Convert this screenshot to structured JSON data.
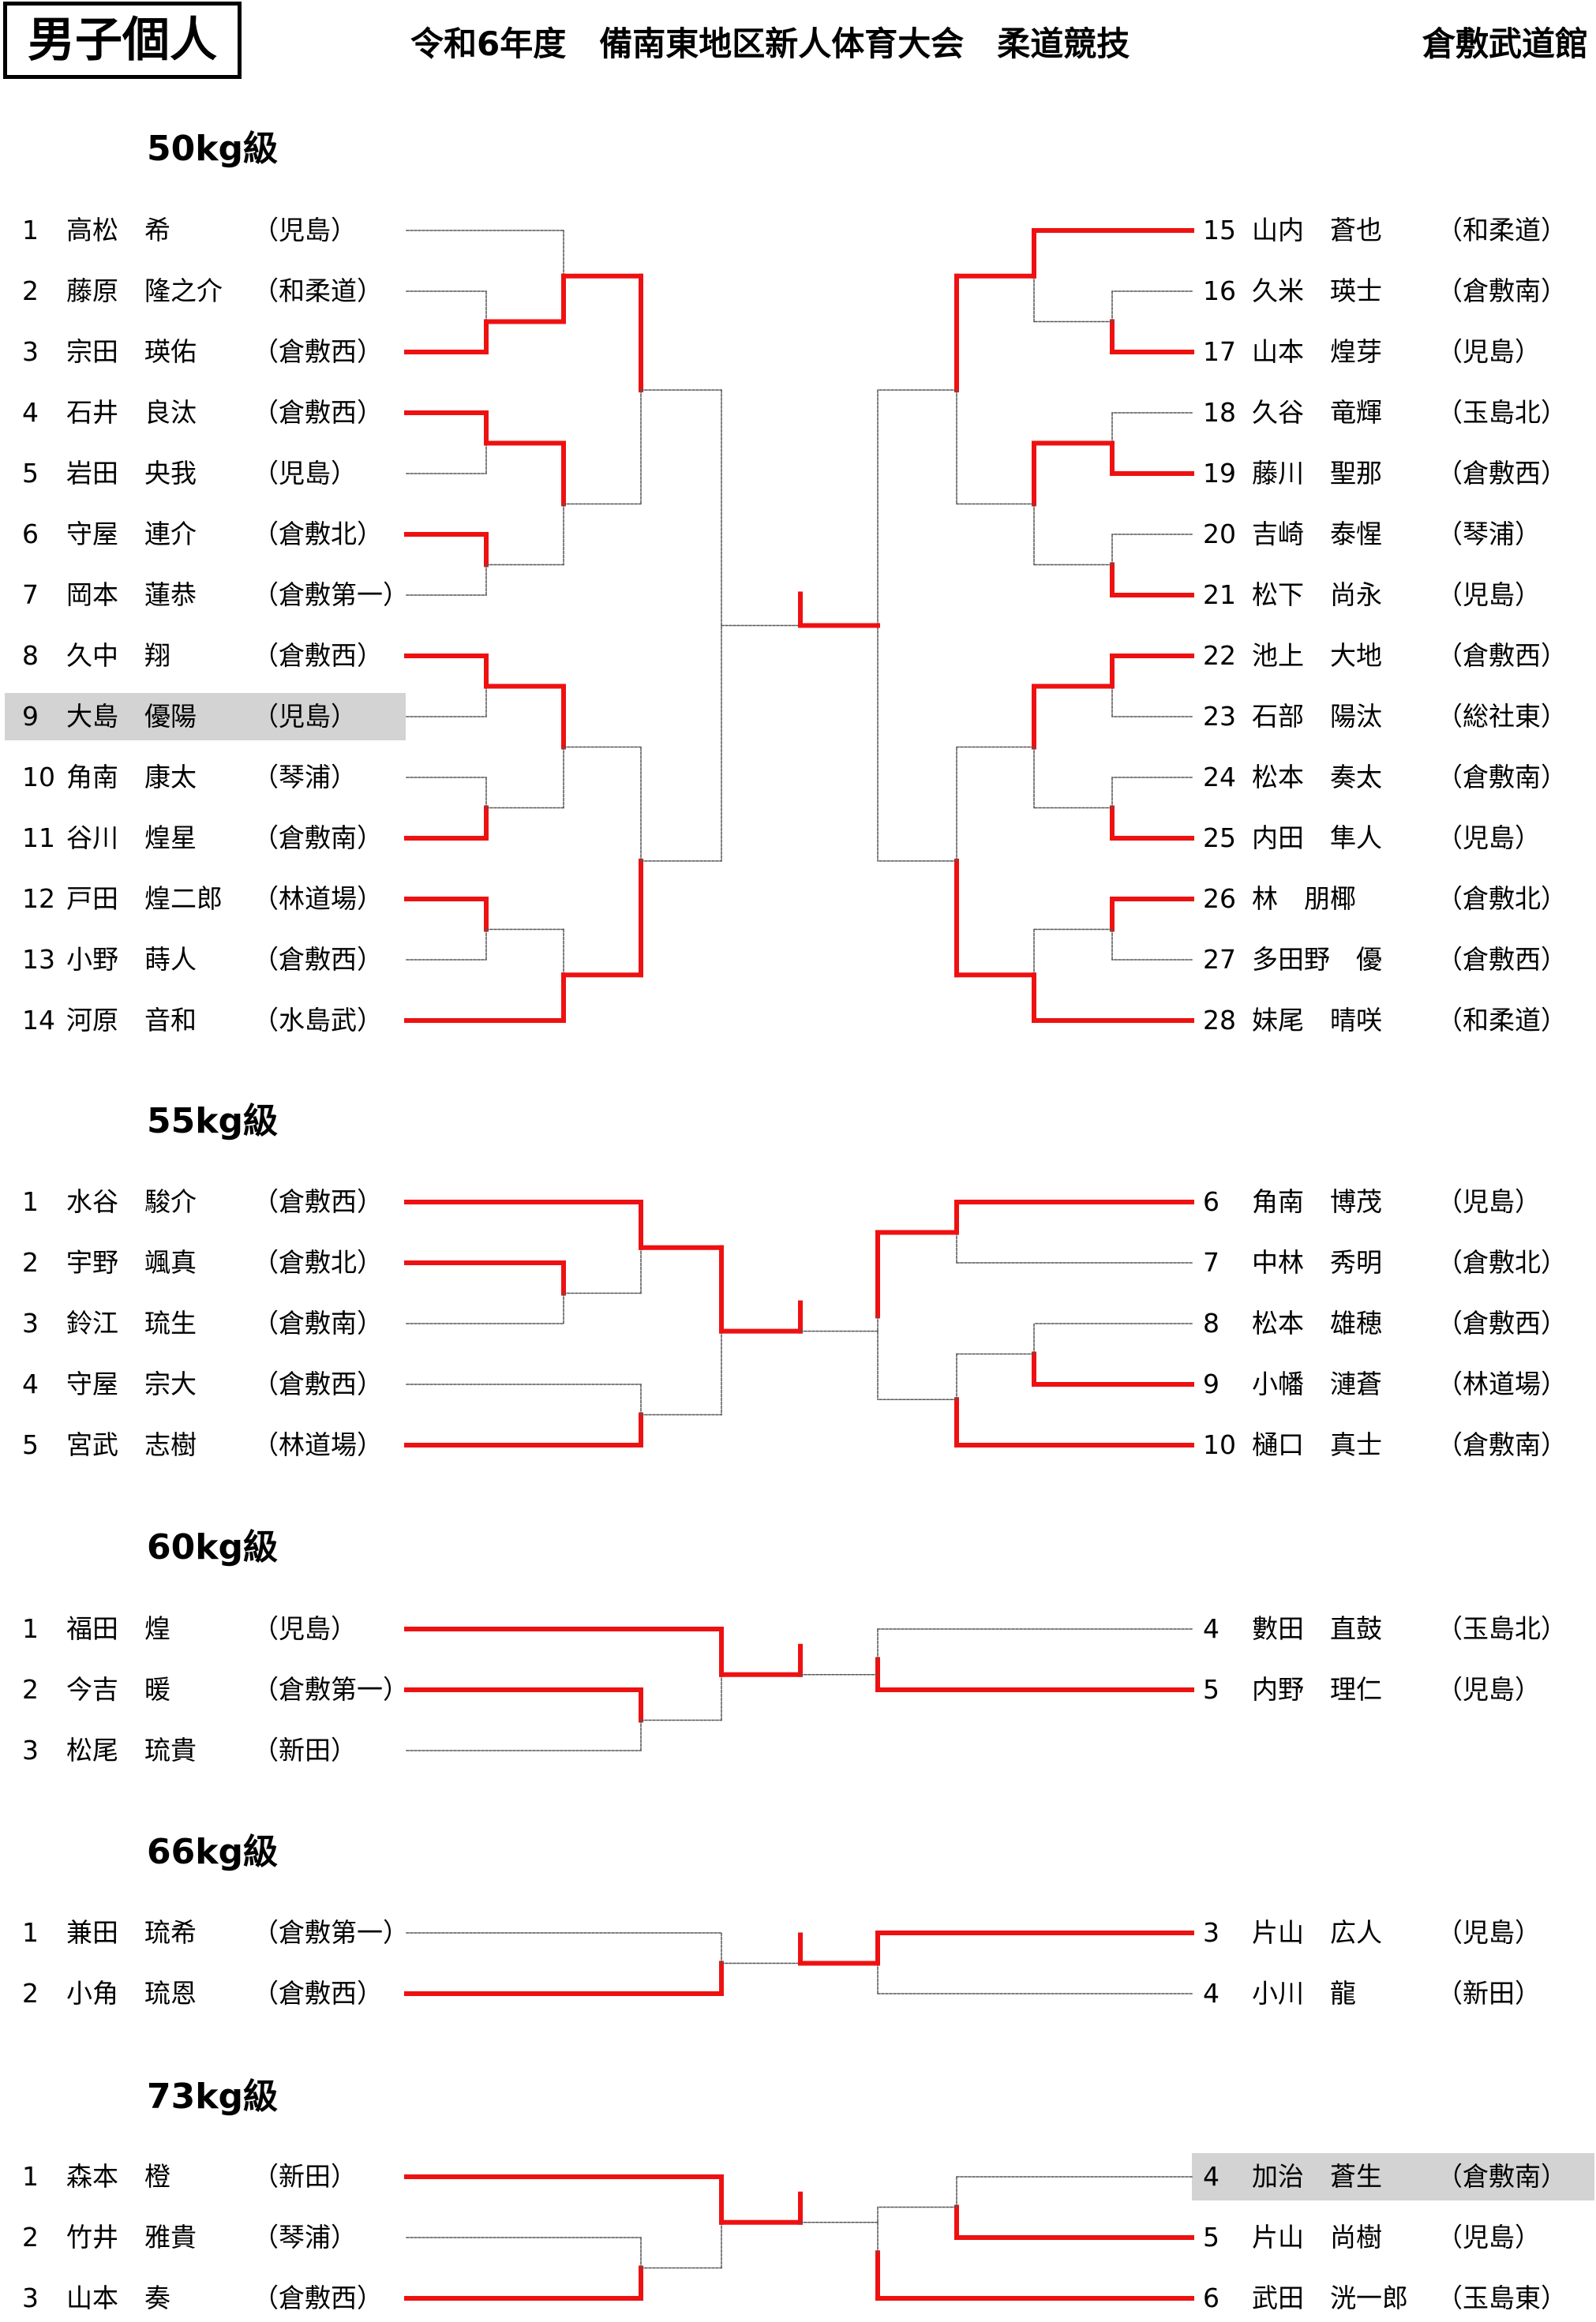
{
  "header": {
    "category": "男子個人",
    "title": "令和6年度　備南東地区新人体育大会　柔道競技",
    "venue": "倉敷武道館"
  },
  "colors": {
    "win_line": "#ee1111",
    "line": "#555555",
    "highlight": "#d3d3d3"
  },
  "brackets": [
    {
      "weight_class": "50kg級",
      "left": [
        {
          "no": "1",
          "name": "高松　希",
          "team": "（児島）"
        },
        {
          "no": "2",
          "name": "藤原　隆之介",
          "team": "（和柔道）"
        },
        {
          "no": "3",
          "name": "宗田　瑛佑",
          "team": "（倉敷西）"
        },
        {
          "no": "4",
          "name": "石井　良汰",
          "team": "（倉敷西）"
        },
        {
          "no": "5",
          "name": "岩田　央我",
          "team": "（児島）"
        },
        {
          "no": "6",
          "name": "守屋　連介",
          "team": "（倉敷北）"
        },
        {
          "no": "7",
          "name": "岡本　蓮恭",
          "team": "（倉敷第一）"
        },
        {
          "no": "8",
          "name": "久中　翔",
          "team": "（倉敷西）"
        },
        {
          "no": "9",
          "name": "大島　優陽",
          "team": "（児島）"
        },
        {
          "no": "10",
          "name": "角南　康太",
          "team": "（琴浦）"
        },
        {
          "no": "11",
          "name": "谷川　煌星",
          "team": "（倉敷南）"
        },
        {
          "no": "12",
          "name": "戸田　煌二郎",
          "team": "（林道場）"
        },
        {
          "no": "13",
          "name": "小野　蒔人",
          "team": "（倉敷西）"
        },
        {
          "no": "14",
          "name": "河原　音和",
          "team": "（水島武）"
        }
      ],
      "right": [
        {
          "no": "15",
          "name": "山内　蒼也",
          "team": "（和柔道）"
        },
        {
          "no": "16",
          "name": "久米　瑛士",
          "team": "（倉敷南）"
        },
        {
          "no": "17",
          "name": "山本　煌芽",
          "team": "（児島）"
        },
        {
          "no": "18",
          "name": "久谷　竜輝",
          "team": "（玉島北）"
        },
        {
          "no": "19",
          "name": "藤川　聖那",
          "team": "（倉敷西）"
        },
        {
          "no": "20",
          "name": "吉崎　泰惺",
          "team": "（琴浦）"
        },
        {
          "no": "21",
          "name": "松下　尚永",
          "team": "（児島）"
        },
        {
          "no": "22",
          "name": "池上　大地",
          "team": "（倉敷西）"
        },
        {
          "no": "23",
          "name": "石部　陽汰",
          "team": "（総社東）"
        },
        {
          "no": "24",
          "name": "松本　奏太",
          "team": "（倉敷南）"
        },
        {
          "no": "25",
          "name": "内田　隼人",
          "team": "（児島）"
        },
        {
          "no": "26",
          "name": "林　朋椰",
          "team": "（倉敷北）"
        },
        {
          "no": "27",
          "name": "多田野　優",
          "team": "（倉敷西）"
        },
        {
          "no": "28",
          "name": "妹尾　晴咲",
          "team": "（和柔道）"
        }
      ]
    },
    {
      "weight_class": "55kg級",
      "left": [
        {
          "no": "1",
          "name": "水谷　駿介",
          "team": "（倉敷西）"
        },
        {
          "no": "2",
          "name": "宇野　颯真",
          "team": "（倉敷北）"
        },
        {
          "no": "3",
          "name": "鈴江　琉生",
          "team": "（倉敷南）"
        },
        {
          "no": "4",
          "name": "守屋　宗大",
          "team": "（倉敷西）"
        },
        {
          "no": "5",
          "name": "宮武　志樹",
          "team": "（林道場）"
        }
      ],
      "right": [
        {
          "no": "6",
          "name": "角南　博茂",
          "team": "（児島）"
        },
        {
          "no": "7",
          "name": "中林　秀明",
          "team": "（倉敷北）"
        },
        {
          "no": "8",
          "name": "松本　雄穂",
          "team": "（倉敷西）"
        },
        {
          "no": "9",
          "name": "小幡　漣蒼",
          "team": "（林道場）"
        },
        {
          "no": "10",
          "name": "樋口　真士",
          "team": "（倉敷南）"
        }
      ]
    },
    {
      "weight_class": "60kg級",
      "left": [
        {
          "no": "1",
          "name": "福田　煌",
          "team": "（児島）"
        },
        {
          "no": "2",
          "name": "今吉　暖",
          "team": "（倉敷第一）"
        },
        {
          "no": "3",
          "name": "松尾　琉貴",
          "team": "（新田）"
        }
      ],
      "right": [
        {
          "no": "4",
          "name": "數田　直鼓",
          "team": "（玉島北）"
        },
        {
          "no": "5",
          "name": "内野　理仁",
          "team": "（児島）"
        }
      ]
    },
    {
      "weight_class": "66kg級",
      "left": [
        {
          "no": "1",
          "name": "兼田　琉希",
          "team": "（倉敷第一）"
        },
        {
          "no": "2",
          "name": "小角　琉恩",
          "team": "（倉敷西）"
        }
      ],
      "right": [
        {
          "no": "3",
          "name": "片山　広人",
          "team": "（児島）"
        },
        {
          "no": "4",
          "name": "小川　龍",
          "team": "（新田）"
        }
      ]
    },
    {
      "weight_class": "73kg級",
      "left": [
        {
          "no": "1",
          "name": "森本　橙",
          "team": "（新田）"
        },
        {
          "no": "2",
          "name": "竹井　雅貴",
          "team": "（琴浦）"
        },
        {
          "no": "3",
          "name": "山本　奏",
          "team": "（倉敷西）"
        }
      ],
      "right": [
        {
          "no": "4",
          "name": "加治　蒼生",
          "team": "（倉敷南）"
        },
        {
          "no": "5",
          "name": "片山　尚樹",
          "team": "（児島）"
        },
        {
          "no": "6",
          "name": "武田　洸一郎",
          "team": "（玉島東）"
        }
      ]
    }
  ]
}
